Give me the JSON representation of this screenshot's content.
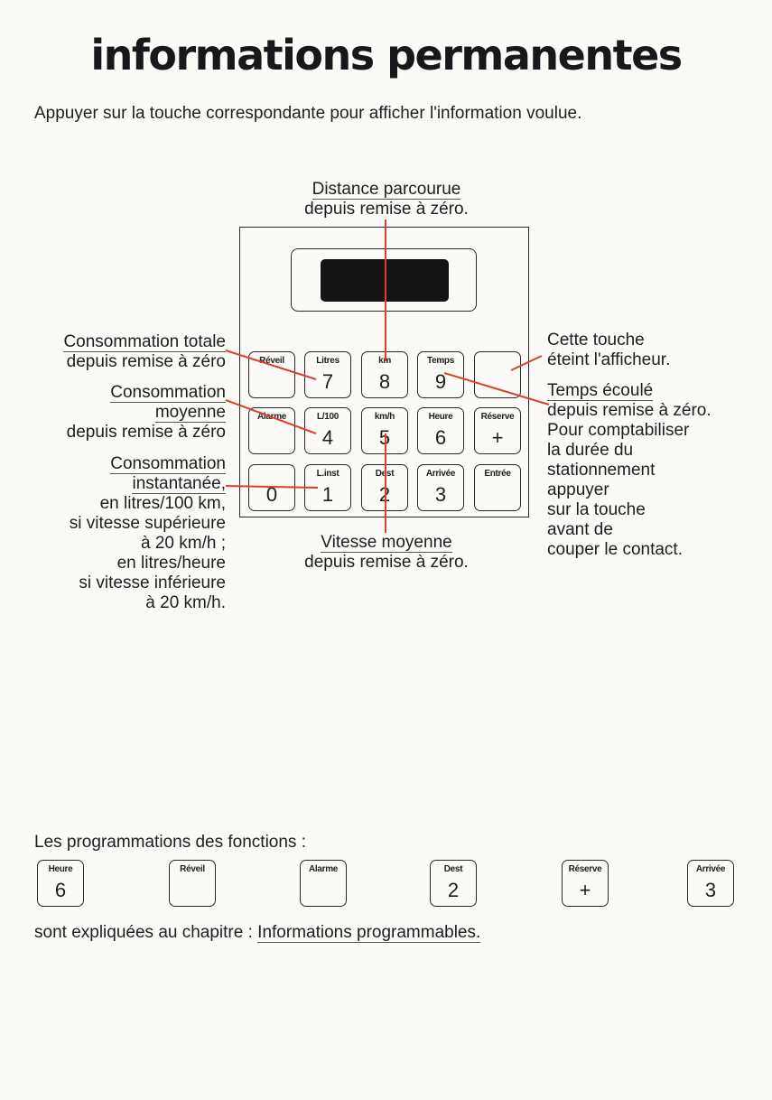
{
  "title": "informations permanentes",
  "intro": "Appuyer sur la touche correspondante pour afficher l'information voulue.",
  "labels": {
    "distance": [
      "Distance parcourue",
      "depuis remise à zéro."
    ],
    "conso_totale": [
      "Consommation totale",
      "depuis remise à zéro"
    ],
    "conso_moyenne": [
      "Consommation",
      "moyenne",
      "depuis remise à zéro"
    ],
    "conso_inst": [
      "Consommation",
      "instantanée,",
      "en litres/100 km,",
      "si vitesse supérieure",
      "à 20 km/h ;",
      "en litres/heure",
      "si vitesse inférieure",
      "à 20 km/h."
    ],
    "vitesse": [
      "Vitesse moyenne",
      "depuis remise à zéro."
    ],
    "cette_touche": [
      "Cette touche",
      "éteint l'afficheur."
    ],
    "temps": [
      "Temps écoulé",
      "depuis remise à zéro.",
      "Pour comptabiliser",
      "la durée du",
      "stationnement",
      "appuyer",
      "sur la touche",
      "avant de",
      "couper le contact."
    ]
  },
  "keypad": [
    {
      "label": "Réveil",
      "num": ""
    },
    {
      "label": "Litres",
      "num": "7"
    },
    {
      "label": "km",
      "num": "8"
    },
    {
      "label": "Temps",
      "num": "9"
    },
    {
      "label": "",
      "num": ""
    },
    {
      "label": "Alarme",
      "num": ""
    },
    {
      "label": "L/100",
      "num": "4"
    },
    {
      "label": "km/h",
      "num": "5"
    },
    {
      "label": "Heure",
      "num": "6"
    },
    {
      "label": "Réserve",
      "num": "+"
    },
    {
      "label": "",
      "num": "0"
    },
    {
      "label": "L.inst",
      "num": "1"
    },
    {
      "label": "Dest",
      "num": "2"
    },
    {
      "label": "Arrivée",
      "num": "3"
    },
    {
      "label": "Entrée",
      "num": ""
    }
  ],
  "programmations": {
    "intro": "Les programmations des fonctions :",
    "keys": [
      {
        "label": "Heure",
        "num": "6"
      },
      {
        "label": "Réveil",
        "num": ""
      },
      {
        "label": "Alarme",
        "num": ""
      },
      {
        "label": "Dest",
        "num": "2"
      },
      {
        "label": "Réserve",
        "num": "+"
      },
      {
        "label": "Arrivée",
        "num": "3"
      }
    ],
    "outro_prefix": "sont expliquées au chapitre :",
    "outro_link": "Informations programmables."
  },
  "colors": {
    "leader": "#d8412f",
    "ink": "#1e1e22"
  }
}
